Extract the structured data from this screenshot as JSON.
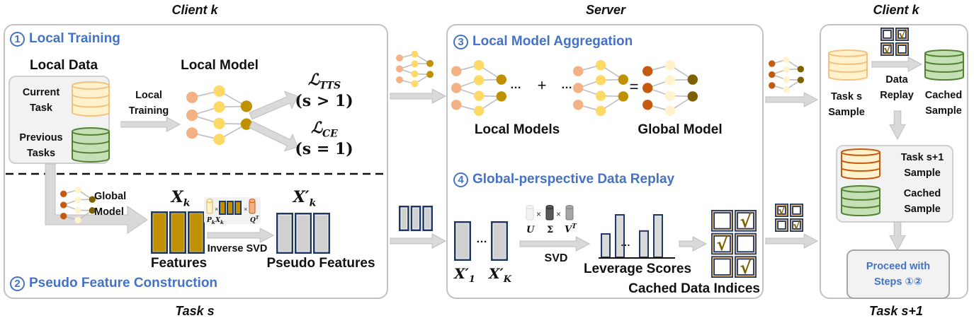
{
  "regions": {
    "client_left": "Client k",
    "server": "Server",
    "client_right": "Client k",
    "task_left": "Task s",
    "task_right": "Task s+1"
  },
  "colors": {
    "step_title": "#4472c4",
    "panel_border": "#c3c3c3",
    "arrow_fill": "#d9d9d9",
    "feature_gold": "#bf9000",
    "feature_border": "#1f3864",
    "pseudo_grey": "#d0d0d0",
    "local_input": "#f4b183",
    "local_hidden": "#ffd966",
    "local_output": "#bf9000",
    "global_input": "#c55a11",
    "global_hidden": "#fff2cc",
    "global_output": "#7f6000",
    "db_yellow_fill": "#fff2cc",
    "db_yellow_stroke": "#f4c27f",
    "db_green_fill": "#c5e0b4",
    "db_green_stroke": "#548235",
    "db_orange_stroke": "#c55a11",
    "check_mark": "#7f6000"
  },
  "step1": {
    "number": "1",
    "title": "Local Training",
    "local_data_heading": "Local Data",
    "local_model_heading": "Local Model",
    "current_task_line1": "Current",
    "current_task_line2": "Task",
    "previous_tasks_line1": "Previous",
    "previous_tasks_line2": "Tasks",
    "arrow_label_line1": "Local",
    "arrow_label_line2": "Training",
    "loss_tts": "ℒ",
    "loss_tts_sub": "TTS",
    "loss_tts_cond": "(s > 1)",
    "loss_ce": "ℒ",
    "loss_ce_sub": "CE",
    "loss_ce_cond": "(s = 1)"
  },
  "step2": {
    "number": "2",
    "title": "Pseudo Feature Construction",
    "global_model_line1": "Global",
    "global_model_line2": "Model",
    "features_symbol": "X",
    "features_sub": "k",
    "features_label": "Features",
    "svd_formula": {
      "p": "P",
      "p_sub": "k",
      "x": "X",
      "x_sub": "k",
      "q": "Q",
      "q_sup": "T",
      "times": "×"
    },
    "inverse_svd_label": "Inverse SVD",
    "pseudo_symbol": "X′",
    "pseudo_sub": "k",
    "pseudo_label": "Pseudo Features"
  },
  "step3": {
    "number": "3",
    "title": "Local Model Aggregation",
    "ellipsis": "…",
    "plus": "+",
    "equals": "=",
    "local_models_label": "Local Models",
    "global_model_label": "Global Model"
  },
  "step4": {
    "number": "4",
    "title": "Global-perspective Data Replay",
    "x1_symbol": "X′",
    "x1_sub": "1",
    "xk_symbol": "X′",
    "xk_sub": "K",
    "ellipsis": "…",
    "u": "U",
    "sigma": "Σ",
    "v": "V",
    "v_sup": "T",
    "times": "×",
    "svd_label": "SVD",
    "leverage_label": "Leverage Scores",
    "leverage_bars": [
      0.55,
      1.0,
      0.62,
      1.0
    ],
    "cached_indices_label": "Cached Data Indices",
    "cached_grid": [
      [
        false,
        true
      ],
      [
        true,
        false
      ],
      [
        false,
        true
      ]
    ]
  },
  "client_right": {
    "task_s_line1": "Task s",
    "task_s_line2": "Sample",
    "replay_line1": "Data",
    "replay_line2": "Replay",
    "cached_line1": "Cached",
    "cached_line2": "Sample",
    "mini_grid": [
      [
        false,
        true
      ],
      [
        true,
        false
      ]
    ],
    "next_task_line1": "Task s+1",
    "next_task_line2": "Sample",
    "next_cached_line1": "Cached",
    "next_cached_line2": "Sample",
    "proceed_line1": "Proceed with",
    "proceed_line2": "Steps ①②"
  },
  "transfer_grid": [
    [
      true,
      false
    ],
    [
      false,
      true
    ]
  ],
  "check_symbol": "√"
}
